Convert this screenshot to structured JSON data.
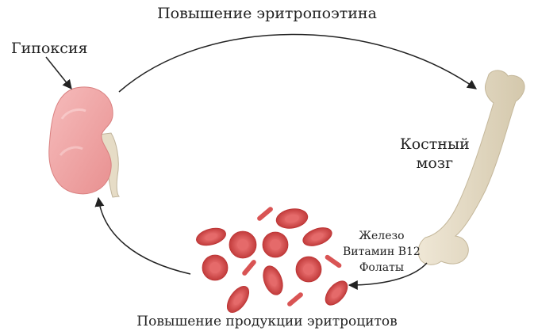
{
  "labels": {
    "top": "Повышение эритропоэтина",
    "hypoxia": "Гипоксия",
    "bone_marrow_line1": "Костный",
    "bone_marrow_line2": "мозг",
    "nutrient_1": "Железо",
    "nutrient_2": "Витамин В12",
    "nutrient_3": "Фолаты",
    "bottom": "Повышение продукции эритроцитов"
  },
  "colors": {
    "kidney": "#f0a8a8",
    "ureter": "#e6dcc6",
    "bone": "#e6dcc6",
    "rbc": "#d95454",
    "arrow": "#222222"
  },
  "icons": [
    "kidney-icon",
    "bone-icon",
    "red-blood-cell-icon"
  ]
}
